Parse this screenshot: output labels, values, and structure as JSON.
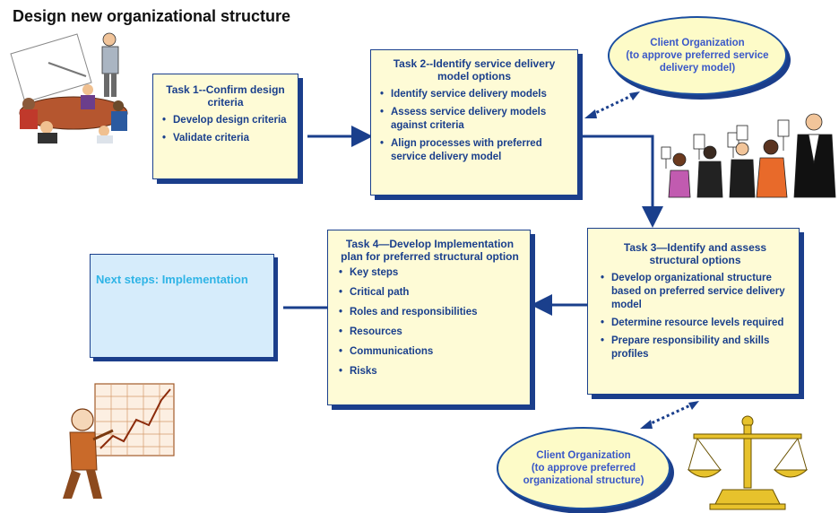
{
  "page": {
    "title": "Design new organizational structure"
  },
  "task1": {
    "header": "Task 1--Confirm design criteria",
    "items": [
      "Develop design criteria",
      "Validate criteria"
    ]
  },
  "task2": {
    "header": "Task 2--Identify service delivery model options",
    "items": [
      "Identify service delivery models",
      "Assess service delivery models against criteria",
      "Align processes with preferred service delivery model"
    ]
  },
  "task3": {
    "header": "Task 3—Identify and assess structural options",
    "items": [
      "Develop organizational structure based on preferred service delivery model",
      "Determine resource levels required",
      "Prepare responsibility and skills profiles"
    ]
  },
  "task4": {
    "header": "Task 4—Develop Implementation plan for preferred structural option",
    "items": [
      "Key steps",
      "Critical path",
      "Roles and responsibilities",
      "Resources",
      "Communications",
      "Risks"
    ]
  },
  "client_top": {
    "line1": "Client Organization",
    "line2": "(to approve preferred service delivery model)"
  },
  "client_bottom": {
    "line1": "Client Organization",
    "line2": "(to approve preferred organizational structure)"
  },
  "next_steps": {
    "label": "Next steps: Implementation"
  },
  "colors": {
    "accent": "#1a3f8c",
    "box_fill": "#fefbd6",
    "next_fill": "#d6ecfb",
    "next_text": "#2fb4e6"
  },
  "illustrations": [
    "meeting-clipart",
    "voting-people-clipart",
    "presenter-chart-clipart",
    "scales-clipart"
  ]
}
